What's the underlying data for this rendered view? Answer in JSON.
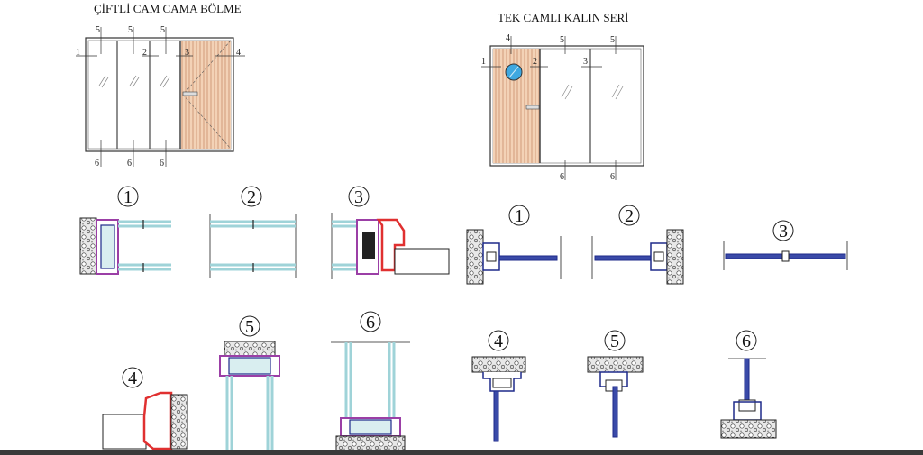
{
  "left_elevation": {
    "title": "ÇİFTLİ CAM CAMA BÖLME",
    "markers": {
      "top": [
        "5",
        "5",
        "5"
      ],
      "side_left": "1",
      "mid": "2",
      "right_mid": "3",
      "right": "4",
      "bottom": [
        "6",
        "6",
        "6"
      ]
    }
  },
  "right_elevation": {
    "title": "TEK CAMLI KALIN SERİ",
    "markers": {
      "top_door": "4",
      "top": [
        "5",
        "5"
      ],
      "side_left": "1",
      "mid": "2",
      "right_mid": "3",
      "bottom": [
        "6",
        "6"
      ]
    }
  },
  "left_details": {
    "row1": [
      "1",
      "2",
      "3"
    ],
    "row2": [
      "4",
      "5",
      "6"
    ]
  },
  "right_details": {
    "row1": [
      "1",
      "2",
      "3"
    ],
    "row2": [
      "4",
      "5",
      "6"
    ]
  },
  "colors": {
    "door_fill": "#f3d2b6",
    "door_hatch": "#c98e6c",
    "glass": "#9fd3d8",
    "red_profile": "#e03030",
    "purple_gasket": "#9b3fa6",
    "blue_profile": "#1e2a8a"
  }
}
